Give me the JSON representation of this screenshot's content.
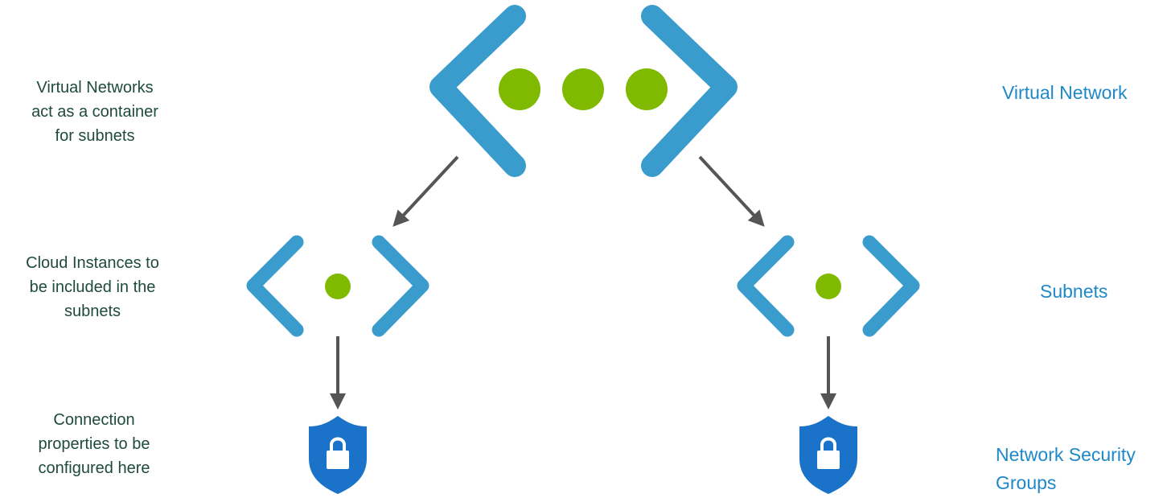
{
  "left_descriptions": {
    "virtual_networks": [
      "Virtual Networks",
      "act as a container",
      "for subnets"
    ],
    "cloud_instances": [
      "Cloud Instances to",
      "be included in the",
      "subnets"
    ],
    "connection_properties": [
      "Connection",
      "properties to be",
      "configured here"
    ]
  },
  "right_tiers": {
    "virtual_network": "Virtual Network",
    "subnets": "Subnets",
    "network_security_groups": [
      "Network Security",
      "Groups"
    ]
  },
  "icons": {
    "vnet": "virtual-network-icon",
    "subnet": "subnet-icon",
    "nsg": "network-security-group-shield-lock-icon"
  },
  "colors": {
    "bracket_blue": "#3a9bcd",
    "dot_green": "#7fba00",
    "shield_blue": "#1a73c8",
    "arrow_gray": "#555555",
    "divider_blue": "#2c8fd0",
    "tier_text": "#1e88c8",
    "desc_text": "#1e4a3e"
  }
}
